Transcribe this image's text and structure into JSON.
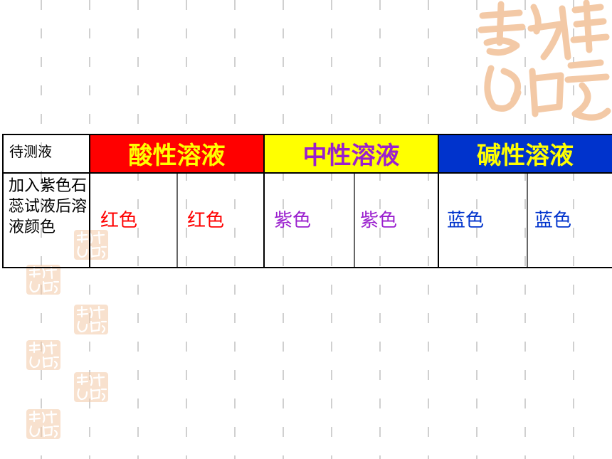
{
  "table": {
    "header_label": "待测液",
    "groups": [
      {
        "name": "酸性溶液",
        "bg": "#ff0000",
        "fg": "#ffff00"
      },
      {
        "name": "中性溶液",
        "bg": "#ffff00",
        "fg": "#9a1fce"
      },
      {
        "name": "碱性溶液",
        "bg": "#0033cc",
        "fg": "#ffff00"
      }
    ],
    "row_label": "加入紫色石蕊试液后溶液颜色",
    "values": [
      {
        "text": "红色",
        "color": "#ff0000"
      },
      {
        "text": "红色",
        "color": "#ff0000"
      },
      {
        "text": "紫色",
        "color": "#9a1fce"
      },
      {
        "text": "紫色",
        "color": "#9a1fce"
      },
      {
        "text": "蓝色",
        "color": "#0033cc"
      },
      {
        "text": "蓝色",
        "color": "#0033cc"
      }
    ]
  },
  "decor": {
    "seal_color": "#f3c9a6",
    "dash_color": "#d0d0d0"
  }
}
